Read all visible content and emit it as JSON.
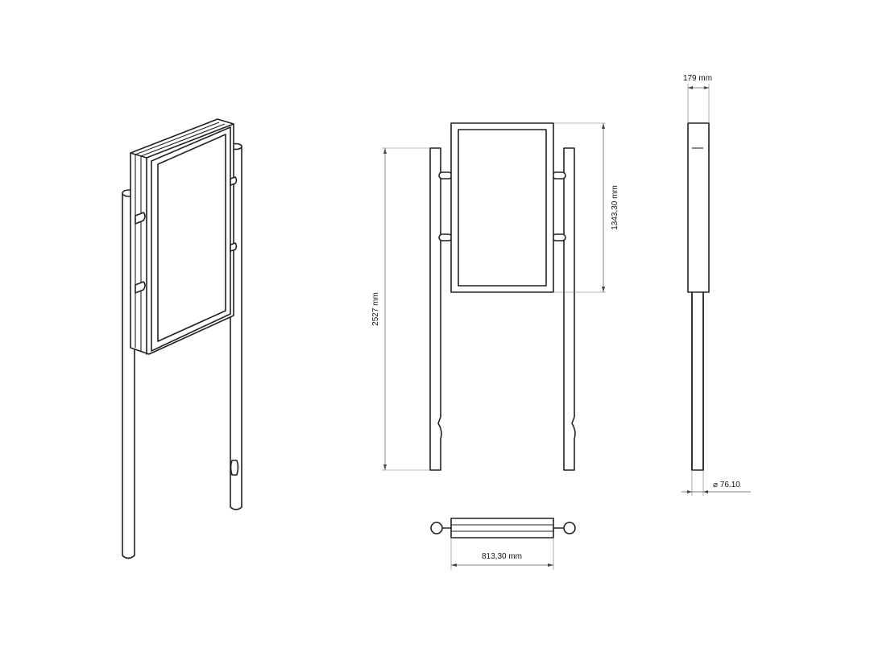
{
  "dimensions": {
    "depth": "179 mm",
    "panel_height": "1343,30 mm",
    "total_height": "2527 mm",
    "panel_width": "813,30 mm",
    "post_diameter": "⌀ 76.10"
  },
  "colors": {
    "line": "#222222",
    "dimension_line": "#555555",
    "background": "#ffffff"
  }
}
